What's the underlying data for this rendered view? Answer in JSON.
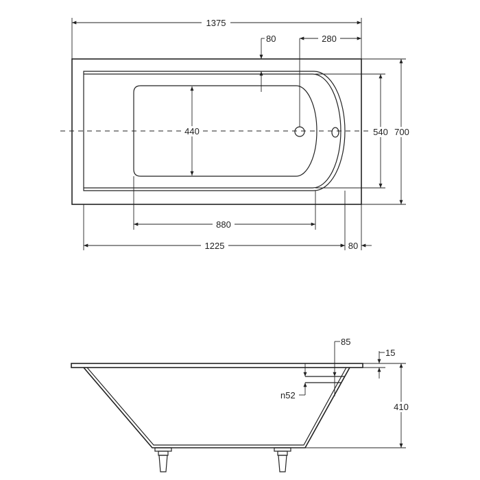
{
  "top_view": {
    "dimensions": {
      "overall_length": "1375",
      "rim_step": "80",
      "drain_offset": "280",
      "inner_width": "440",
      "basin_width": "540",
      "overall_width": "700",
      "basin_length": "880",
      "inner_length": "1225",
      "end_rim": "80"
    }
  },
  "side_view": {
    "dimensions": {
      "overflow_offset": "85",
      "rim_thickness": "15",
      "overflow_diameter": "n52",
      "height": "410"
    }
  }
}
